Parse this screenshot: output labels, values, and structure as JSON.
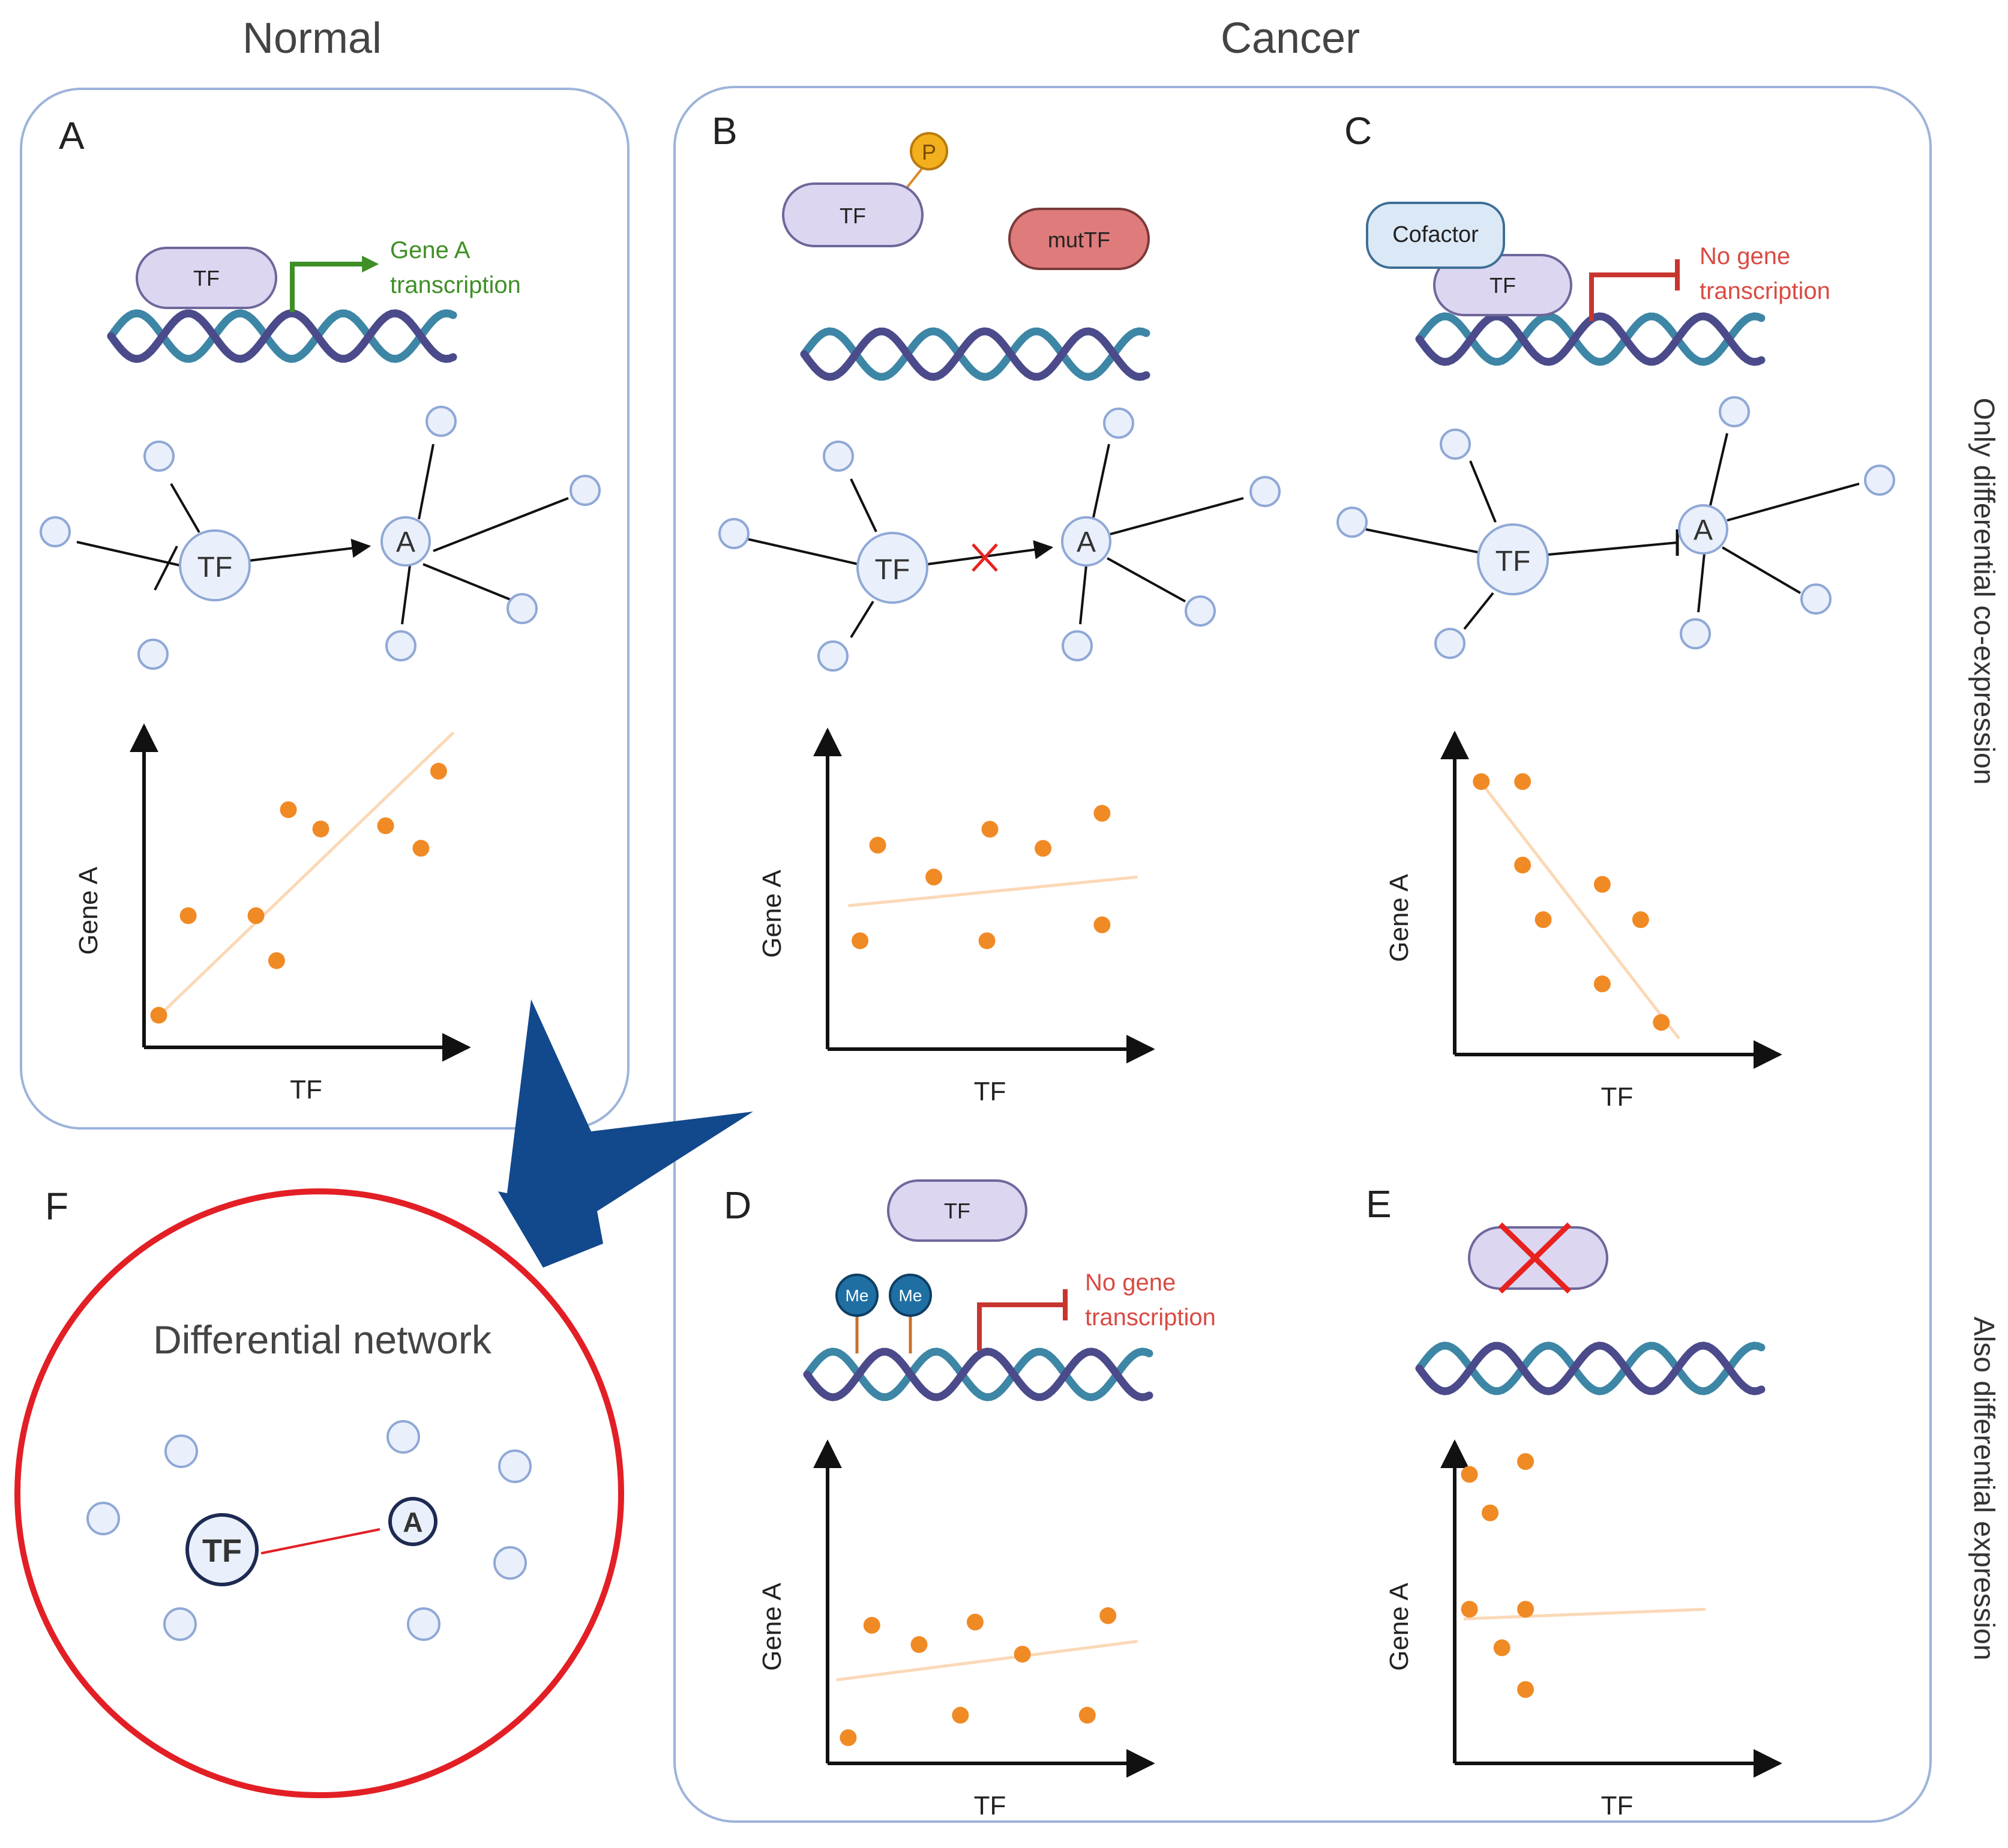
{
  "headers": {
    "normal": "Normal",
    "cancer": "Cancer"
  },
  "side_labels": {
    "top": "Only differential co-expression",
    "bottom": "Also  differential expression"
  },
  "colors": {
    "panel_border": "#9db3da",
    "tf_fill": "#dcd6f1",
    "tf_stroke": "#6e679a",
    "mut_fill": "#e07b7b",
    "mut_stroke": "#7a3a3a",
    "cofactor_fill": "#dbe9f7",
    "cofactor_stroke": "#3e6f97",
    "node_fill": "#eaf0fb",
    "node_stroke": "#8fa8d6",
    "green": "#3f8f26",
    "red_text": "#d94a43",
    "point": "#f08a25",
    "trend": "#fbd8b6",
    "big_arrow": "#12488c",
    "circle_red": "#e31f26",
    "dna_dark": "#4b4a8a",
    "dna_light": "#3d86a6",
    "methyl": "#1f6fa3",
    "phospho": "#f2b01e"
  },
  "panels": {
    "A": {
      "label": "A",
      "tf": "TF",
      "transcription": [
        "Gene A",
        "transcription"
      ],
      "network": {
        "hub": "TF",
        "target": "A",
        "edge": "activation"
      },
      "chart": {
        "type": "scatter",
        "xlabel": "TF",
        "ylabel": "Gene A",
        "trend": "positive"
      }
    },
    "B": {
      "label": "B",
      "tf": "TF",
      "phospho": "P",
      "mut_tf": "mutTF",
      "network": {
        "hub": "TF",
        "target": "A",
        "edge": "lost activation"
      },
      "chart": {
        "type": "scatter",
        "xlabel": "TF",
        "ylabel": "Gene A",
        "trend": "flat"
      }
    },
    "C": {
      "label": "C",
      "cofactor": "Cofactor",
      "tf": "TF",
      "no_transcription": [
        "No gene",
        "transcription"
      ],
      "network": {
        "hub": "TF",
        "target": "A",
        "edge": "inhibition"
      },
      "chart": {
        "type": "scatter",
        "xlabel": "TF",
        "ylabel": "Gene A",
        "trend": "negative"
      }
    },
    "D": {
      "label": "D",
      "tf": "TF",
      "methyl": [
        "Me",
        "Me"
      ],
      "no_transcription": [
        "No gene",
        "transcription"
      ],
      "chart": {
        "type": "scatter",
        "xlabel": "TF",
        "ylabel": "Gene A",
        "trend": "flat"
      }
    },
    "E": {
      "label": "E",
      "tf_deleted": true,
      "chart": {
        "type": "scatter",
        "xlabel": "TF",
        "ylabel": "Gene A",
        "trend": "flat"
      }
    },
    "F": {
      "label": "F",
      "title": "Differential network",
      "hub": "TF",
      "target": "A"
    }
  },
  "chart_data": [
    {
      "panel": "A",
      "type": "scatter",
      "xlabel": "TF",
      "ylabel": "Gene A",
      "x": [
        0.5,
        1.5,
        3.8,
        4.5,
        4.9,
        6.0,
        8.2,
        9.4,
        10.0
      ],
      "y": [
        1.0,
        4.1,
        4.1,
        2.7,
        7.4,
        6.8,
        6.9,
        6.2,
        8.6
      ],
      "trend": [
        [
          0.3,
          0.8
        ],
        [
          10.5,
          9.8
        ]
      ]
    },
    {
      "panel": "B",
      "type": "scatter",
      "xlabel": "TF",
      "ylabel": "Gene A",
      "x": [
        1.1,
        1.7,
        3.6,
        5.4,
        5.5,
        7.3,
        9.3,
        9.3
      ],
      "y": [
        3.4,
        6.4,
        5.4,
        3.4,
        6.9,
        6.3,
        7.4,
        3.9
      ],
      "trend": [
        [
          0.7,
          4.5
        ],
        [
          10.5,
          5.4
        ]
      ]
    },
    {
      "panel": "C",
      "type": "scatter",
      "xlabel": "TF",
      "ylabel": "Gene A",
      "x": [
        0.9,
        2.3,
        2.3,
        3.0,
        5.0,
        5.0,
        6.3,
        7.0
      ],
      "y": [
        8.5,
        8.5,
        5.9,
        4.2,
        5.3,
        2.2,
        4.2,
        1.0
      ],
      "trend": [
        [
          0.7,
          8.7
        ],
        [
          7.6,
          0.5
        ]
      ]
    },
    {
      "panel": "D",
      "type": "scatter",
      "xlabel": "TF",
      "ylabel": "Gene A",
      "x": [
        0.7,
        1.5,
        3.1,
        4.5,
        5.0,
        6.6,
        8.8,
        9.5
      ],
      "y": [
        0.8,
        4.3,
        3.7,
        1.5,
        4.4,
        3.4,
        1.5,
        4.6
      ],
      "trend": [
        [
          0.3,
          2.6
        ],
        [
          10.5,
          3.8
        ]
      ]
    },
    {
      "panel": "E",
      "type": "scatter",
      "xlabel": "TF",
      "ylabel": "Gene A",
      "x": [
        0.5,
        0.5,
        1.2,
        1.6,
        2.4,
        2.4,
        2.4
      ],
      "y": [
        9.0,
        4.8,
        7.8,
        3.6,
        9.4,
        4.8,
        2.3
      ],
      "trend": [
        [
          0.3,
          4.5
        ],
        [
          8.5,
          4.8
        ]
      ]
    }
  ]
}
